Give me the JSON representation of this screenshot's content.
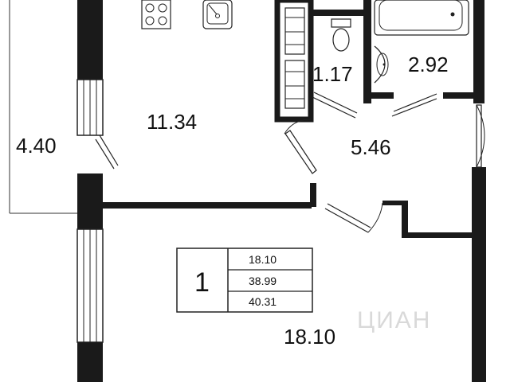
{
  "plan": {
    "rooms": {
      "kitchen_area": "11.34",
      "wc_area": "1.17",
      "bath_area": "2.92",
      "hall_area": "5.46",
      "room_area": "18.10",
      "balcony_dim": "4.40"
    },
    "summary": {
      "rooms_count": "1",
      "living_area": "18.10",
      "total_area": "38.99",
      "total_with_balcony": "40.31"
    },
    "watermark": "ЦИАН"
  }
}
